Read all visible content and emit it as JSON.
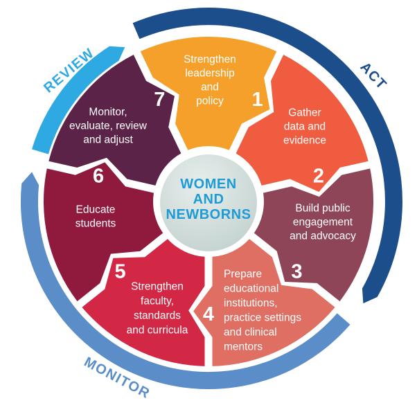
{
  "diagram": {
    "center": {
      "lines": [
        "WOMEN",
        "AND",
        "NEWBORNS"
      ],
      "text_color": "#1E9AD6",
      "fill_top": "#E7EEEC",
      "fill_edge": "#C3D2CF"
    },
    "segments": [
      {
        "number": "1",
        "lines": [
          "Strengthen",
          "leadership",
          "and",
          "policy"
        ],
        "color": "#F5A02A"
      },
      {
        "number": "2",
        "lines": [
          "Gather",
          "data and",
          "evidence"
        ],
        "color": "#F05C40"
      },
      {
        "number": "3",
        "lines": [
          "Build public",
          "engagement",
          "and advocacy"
        ],
        "color": "#8D4557"
      },
      {
        "number": "4",
        "lines": [
          "Prepare",
          "educational",
          "institutions,",
          "practice settings",
          "and clinical",
          "mentors"
        ],
        "color": "#E06F63"
      },
      {
        "number": "5",
        "lines": [
          "Strengthen",
          "faculty,",
          "standards",
          "and curricula"
        ],
        "color": "#D22845"
      },
      {
        "number": "6",
        "lines": [
          "Educate",
          "students"
        ],
        "color": "#8F1A3E"
      },
      {
        "number": "7",
        "lines": [
          "Monitor,",
          "evaluate, review",
          "and adjust"
        ],
        "color": "#5C2348"
      }
    ],
    "phases": [
      {
        "id": "review",
        "label": "REVIEW",
        "color": "#2FA9E1"
      },
      {
        "id": "act",
        "label": "ACT",
        "color": "#1C4E8C"
      },
      {
        "id": "monitor",
        "label": "MONITOR",
        "color": "#5B8DC8"
      }
    ],
    "label_text_color": "#FFFFFF"
  }
}
